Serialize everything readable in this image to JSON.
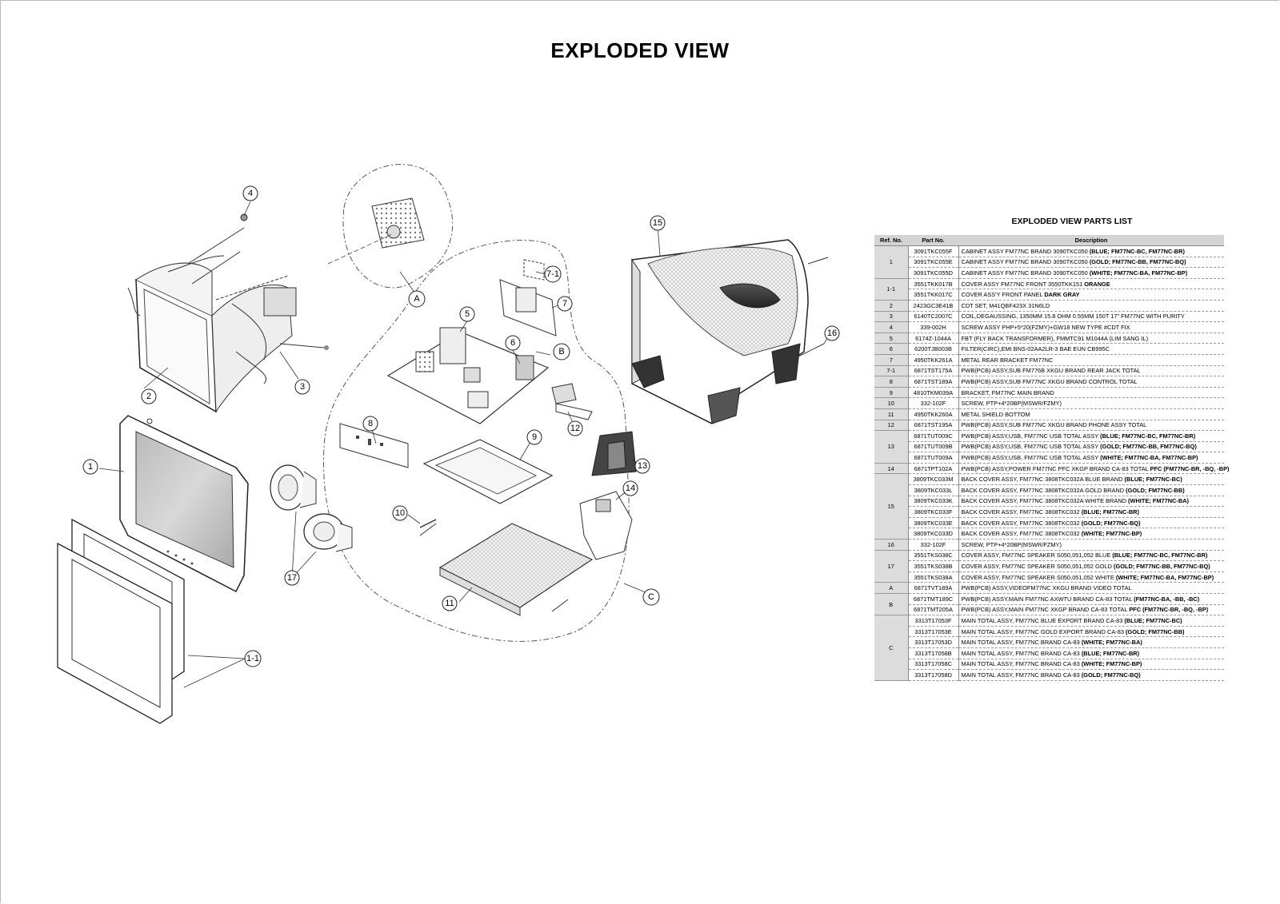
{
  "page": {
    "title": "EXPLODED VIEW"
  },
  "callouts": {
    "c1": "1",
    "c1_1": "1-1",
    "c2": "2",
    "c3": "3",
    "c4": "4",
    "c5": "5",
    "c6": "6",
    "c7": "7",
    "c7_1": "7-1",
    "c8": "8",
    "c9": "9",
    "c10": "10",
    "c11": "11",
    "c12": "12",
    "c13": "13",
    "c14": "14",
    "c15": "15",
    "c16": "16",
    "c17": "17",
    "cA": "A",
    "cB": "B",
    "cC": "C"
  },
  "parts_list": {
    "title": "EXPLODED VIEW PARTS LIST",
    "headers": {
      "ref": "Ref. No.",
      "part": "Part No.",
      "desc": "Description"
    },
    "rows": [
      {
        "ref": "1",
        "span": 3,
        "pn": "3091TKC055F",
        "desc": "CABINET ASSY FM77NC BRAND 3090TKC050",
        "bold": "(BLUE; FM77NC-BC, FM77NC-BR)"
      },
      {
        "pn": "3091TKC055E",
        "desc": "CABINET ASSY FM77NC BRAND 3090TKC050",
        "bold": "(GOLD; FM77NC-BB, FM77NC-BQ)"
      },
      {
        "pn": "3091TKC055D",
        "desc": "CABINET ASSY FM77NC BRAND 3090TKC050",
        "bold": "(WHITE; FM77NC-BA, FM77NC-BP)"
      },
      {
        "ref": "1-1",
        "span": 2,
        "pn": "3551TKK017B",
        "desc": "COVER ASSY    FM77NC FRONT 3550TKK151",
        "bold": "ORANGE"
      },
      {
        "pn": "3551TKK017C",
        "desc": "COVER ASS'Y FRONT PANEL",
        "bold": "DARK GRAY"
      },
      {
        "ref": "2",
        "span": 1,
        "pn": "2423GC3E41B",
        "desc": "CDT SET, M41QBF423X 31N6LD",
        "bold": ""
      },
      {
        "ref": "3",
        "span": 1,
        "pn": "6140TC2007C",
        "desc": "COIL,DEGAUSSING, 1350MM 15.8 OHM 0.55MM 150T 17\" FM77NC WITH PURITY",
        "bold": ""
      },
      {
        "ref": "4",
        "span": 1,
        "pn": "339-002H",
        "desc": "SCREW ASSY    PHP+5*20(FZMY)+GW18 NEW TYPE        #CDT FIX",
        "bold": ""
      },
      {
        "ref": "5",
        "span": 1,
        "pn": "6174Z-1044A",
        "desc": "FBT (FLY BACK TRANSFORMER), FMMTC91 M1044A (LIM SANG IL)",
        "bold": ""
      },
      {
        "ref": "6",
        "span": 1,
        "pn": "6200TJB003B",
        "desc": "FILTER(CIRC),EMI BNS-02AA2LR-3 BAE EUN CB995C",
        "bold": ""
      },
      {
        "ref": "7",
        "span": 1,
        "pn": "4950TKK261A",
        "desc": "METAL REAR BRACKET FM77NC",
        "bold": ""
      },
      {
        "ref": "7-1",
        "span": 1,
        "pn": "6871TST175A",
        "desc": "PWB(PCB) ASSY,SUB    FM776B XKGU BRAND REAR JACK TOTAL",
        "bold": ""
      },
      {
        "ref": "8",
        "span": 1,
        "pn": "6871TST189A",
        "desc": "PWB(PCB) ASSY,SUB    FM77NC XKGU BRAND CONTROL TOTAL",
        "bold": ""
      },
      {
        "ref": "9",
        "span": 1,
        "pn": "4810TKM039A",
        "desc": "BRACKET, FM77NC MAIN BRAND",
        "bold": ""
      },
      {
        "ref": "10",
        "span": 1,
        "pn": "332-102F",
        "desc": "SCREW, PTP+4*20BP(MSWR/FZMY)",
        "bold": ""
      },
      {
        "ref": "11",
        "span": 1,
        "pn": "4950TKK260A",
        "desc": "METAL SHIELD BOTTOM",
        "bold": ""
      },
      {
        "ref": "12",
        "span": 1,
        "pn": "6871TST195A",
        "desc": "PWB(PCB) ASSY,SUB FM77NC XKGU BRAND PHONE ASSY TOTAL",
        "bold": ""
      },
      {
        "ref": "13",
        "span": 3,
        "pn": "6871TUT009C",
        "desc": "PWB(PCB) ASSY,USB, FM77NC USB TOTAL ASSY",
        "bold": "(BLUE; FM77NC-BC, FM77NC-BR)"
      },
      {
        "pn": "6871TUT009B",
        "desc": "PWB(PCB) ASSY,USB, FM77NC USB TOTAL ASSY",
        "bold": "(GOLD; FM77NC-BB, FM77NC-BQ)"
      },
      {
        "pn": "6871TUT009A",
        "desc": "PWB(PCB) ASSY,USB, FM77NC USB TOTAL ASSY",
        "bold": "(WHITE; FM77NC-BA, FM77NC-BP)"
      },
      {
        "ref": "14",
        "span": 1,
        "pn": "6871TPT102A",
        "desc": "PWB(PCB) ASSY,POWER FM77NC PFC XKGP BRAND CA-83 TOTAL",
        "bold": "PFC (FM77NC-BR, -BQ, -BP)"
      },
      {
        "ref": "15",
        "span": 6,
        "pn": "3809TKC033M",
        "desc": "BACK COVER ASSY, FM77NC 3808TKC032A BLUE BRAND",
        "bold": "(BLUE; FM77NC-BC)"
      },
      {
        "pn": "3809TKC033L",
        "desc": "BACK COVER ASSY, FM77NC 3808TKC032A GOLD BRAND",
        "bold": "(GOLD; FM77NC-BB)"
      },
      {
        "pn": "3809TKC033K",
        "desc": "BACK COVER ASSY, FM77NC 3808TKC032A WHITE BRAND",
        "bold": "(WHITE; FM77NC-BA)"
      },
      {
        "pn": "3809TKC033F",
        "desc": "BACK COVER ASSY, FM77NC 3808TKC032 ",
        "bold": "(BLUE; FM77NC-BR)"
      },
      {
        "pn": "3809TKC033E",
        "desc": "BACK COVER ASSY, FM77NC 3808TKC032",
        "bold": "(GOLD; FM77NC-BQ)"
      },
      {
        "pn": "3809TKC033D",
        "desc": "BACK COVER ASSY, FM77NC 3808TKC032",
        "bold": "(WHITE; FM77NC-BP)"
      },
      {
        "ref": "16",
        "span": 1,
        "pn": "332-102F",
        "desc": "SCREW, PTP+4*20BP(MSWR/FZMY)",
        "bold": ""
      },
      {
        "ref": "17",
        "span": 3,
        "pn": "3551TKS038C",
        "desc": "COVER ASSY, FM77NC SPEAKER S050,051,052 BLUE",
        "bold": "(BLUE; FM77NC-BC, FM77NC-BR)"
      },
      {
        "pn": "3551TKS038B",
        "desc": "COVER ASSY, FM77NC SPEAKER S050,051,052 GOLD",
        "bold": "(GOLD; FM77NC-BB, FM77NC-BQ)"
      },
      {
        "pn": "3551TKS038A",
        "desc": "COVER ASSY, FM77NC SPEAKER S050,051,052 WHITE",
        "bold": "(WHITE; FM77NC-BA, FM77NC-BP)"
      },
      {
        "ref": "A",
        "span": 1,
        "pn": "6871TVT189A",
        "desc": "PWB(PCB) ASSY,VIDEOFM77NC XKGU BRAND VIDEO TOTAL",
        "bold": ""
      },
      {
        "ref": "B",
        "span": 2,
        "pn": "6871TMT189C",
        "desc": "PWB(PCB) ASSY,MAIN FM77NC AXWTU BRAND CA-83 TOTAL",
        "bold": "(FM77NC-BA, -BB, -BC)"
      },
      {
        "pn": "6871TMT205A",
        "desc": "PWB(PCB) ASSY,MAIN FM77NC XKGP BRAND CA-83 TOTAL",
        "bold": "PFC (FM77NC-BR, -BQ, -BP)"
      },
      {
        "ref": "C",
        "span": 6,
        "pn": "3313T17053F",
        "desc": "MAIN TOTAL ASSY, FM77NC BLUE EXPORT BRAND CA-83",
        "bold": "(BLUE; FM77NC-BC)"
      },
      {
        "pn": "3313T17053E",
        "desc": "MAIN TOTAL ASSY, FM77NC GOLD EXPORT BRAND CA-83",
        "bold": "(GOLD; FM77NC-BB)"
      },
      {
        "pn": "3313T17053D",
        "desc": "MAIN TOTAL ASSY, FM77NC BRAND CA-83 ",
        "bold": "(WHITE; FM77NC-BA)"
      },
      {
        "pn": "3313T17058B",
        "desc": "MAIN TOTAL ASSY, FM77NC BRAND CA-83",
        "bold": "(BLUE; FM77NC-BR)"
      },
      {
        "pn": "3313T17058C",
        "desc": "MAIN TOTAL ASSY, FM77NC BRAND CA-83",
        "bold": "(WHITE; FM77NC-BP)"
      },
      {
        "pn": "3313T17058D",
        "desc": "MAIN TOTAL ASSY, FM77NC BRAND CA-83",
        "bold": "(GOLD; FM77NC-BQ)"
      }
    ]
  }
}
